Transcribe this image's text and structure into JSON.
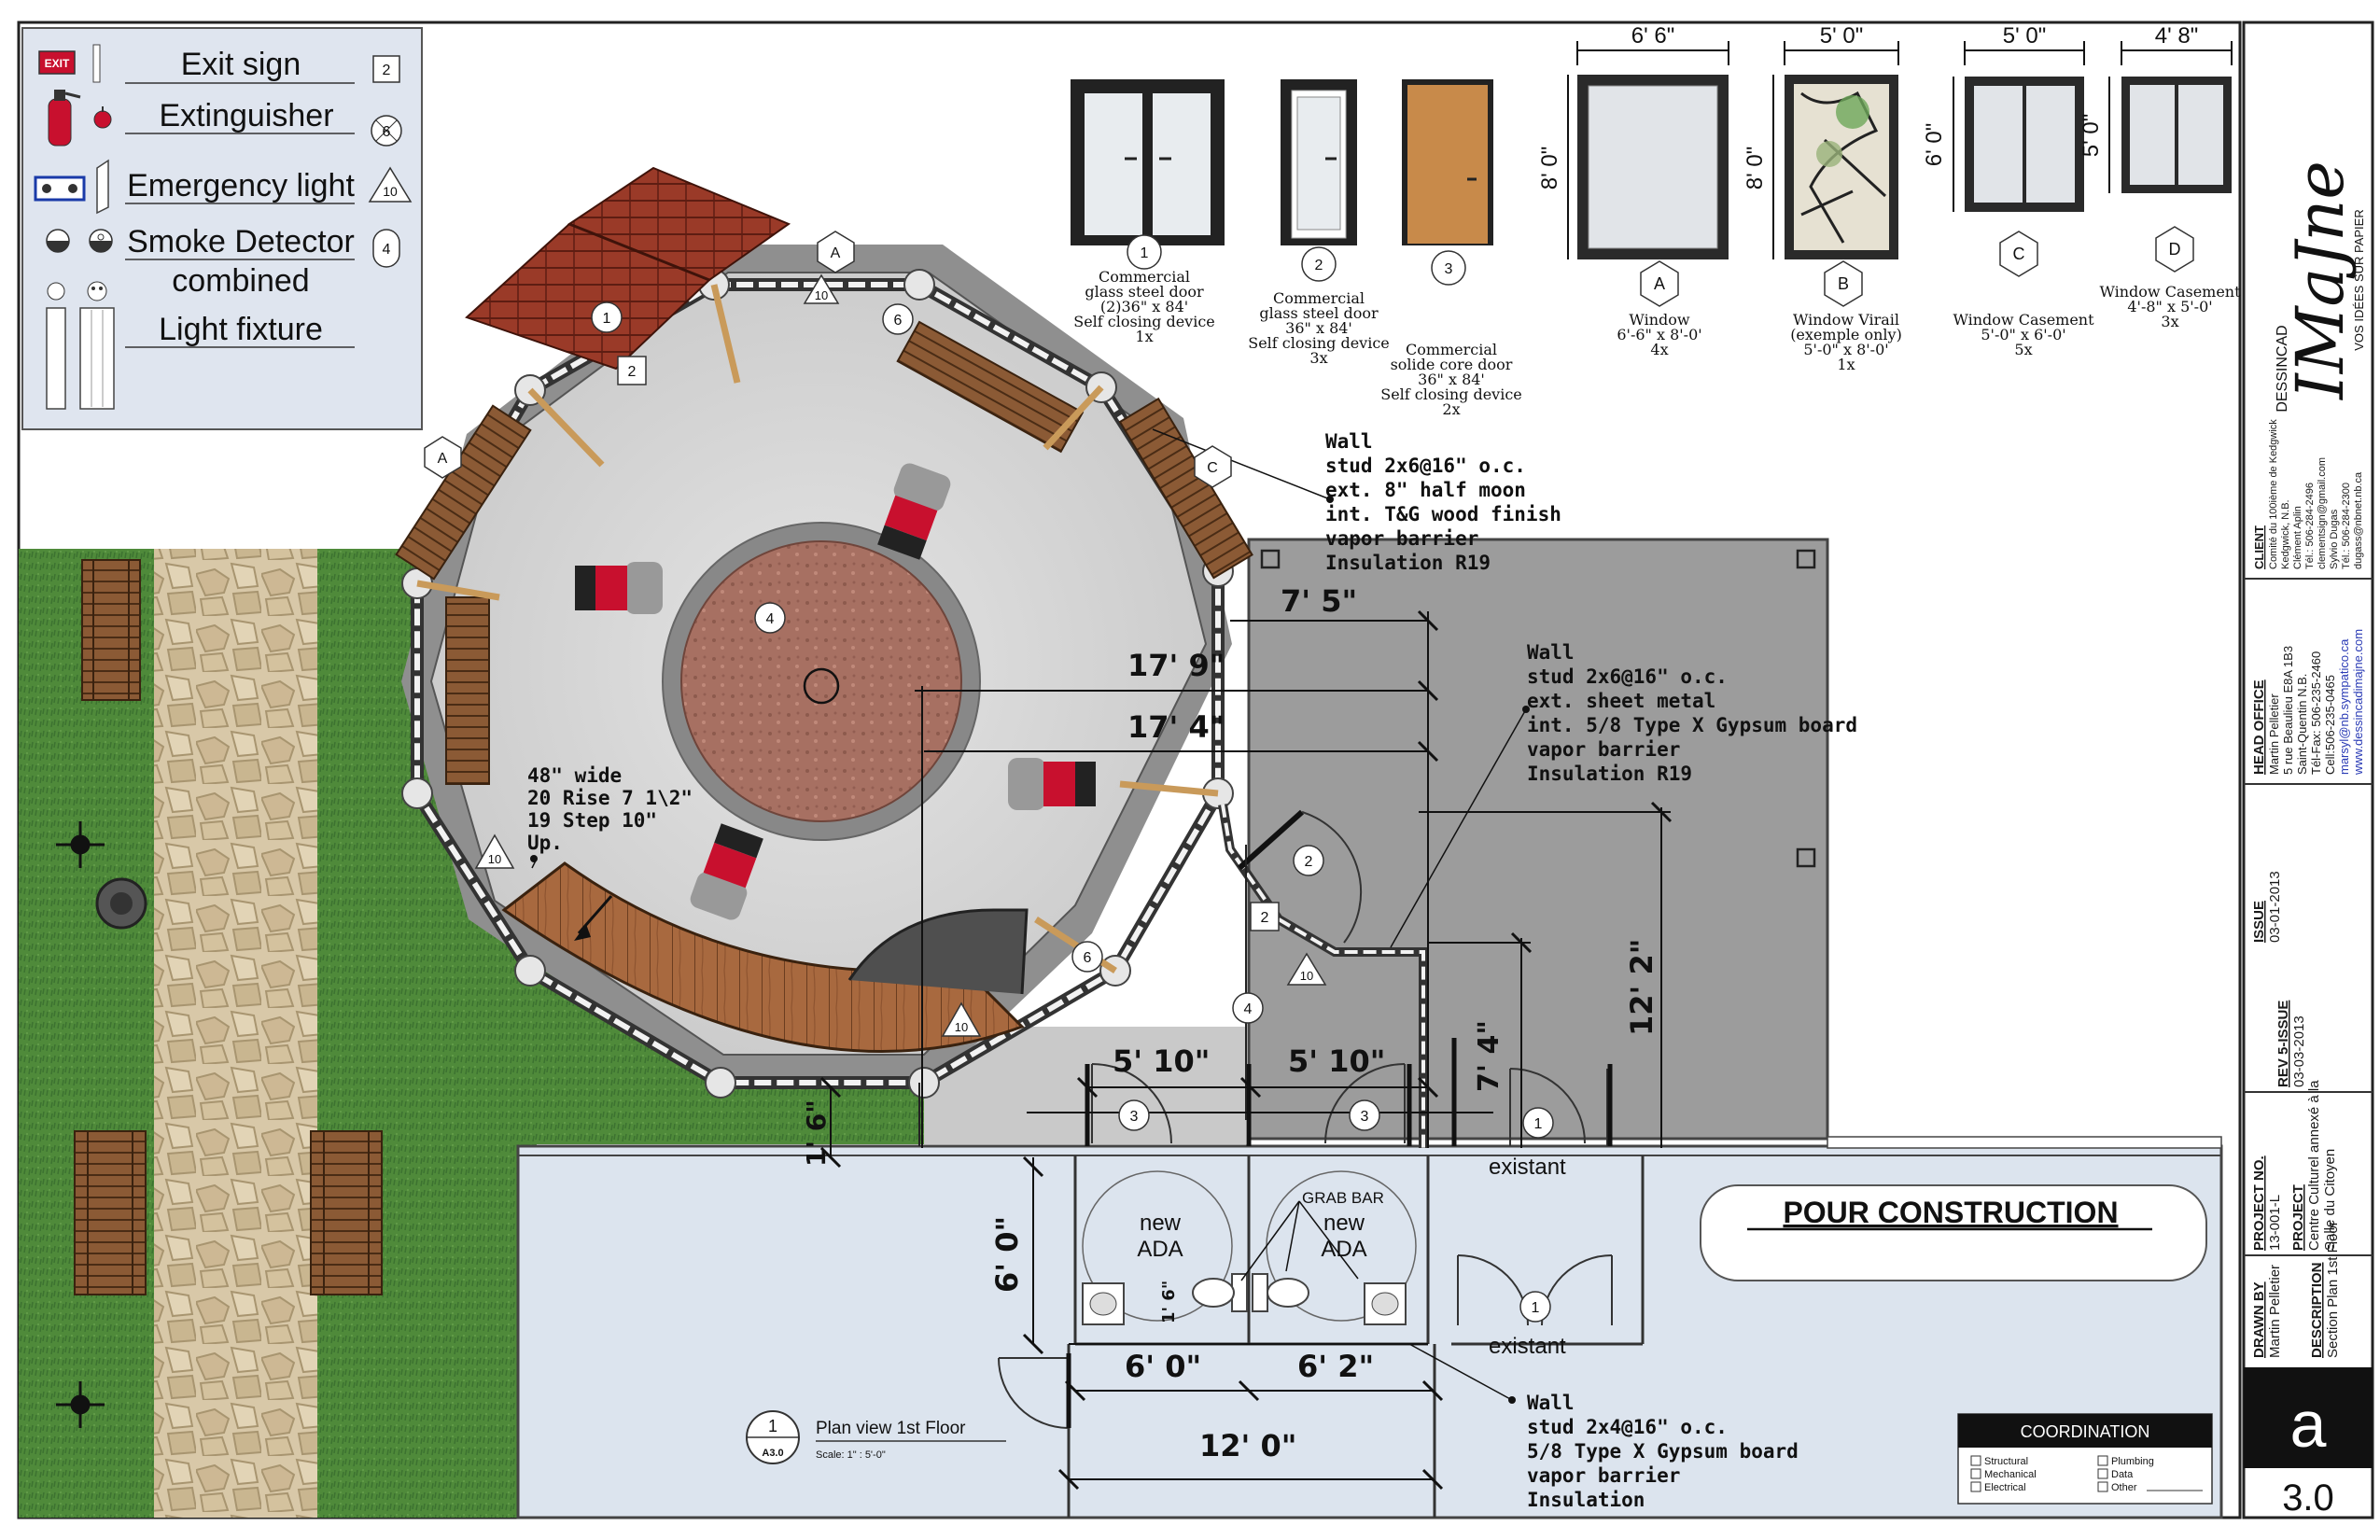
{
  "legend": {
    "exit_sign": "Exit sign",
    "exit_tag": "2",
    "exit_icon_text": "EXIT",
    "extinguisher": "Extinguisher",
    "extinguisher_tag": "6",
    "emergency_light": "Emergency light",
    "emergency_tag": "10",
    "smoke_detector": "Smoke Detector",
    "combined": "combined",
    "smoke_tag": "4",
    "light_fixture": "Light fixture"
  },
  "doors": [
    {
      "num": "1",
      "lines": [
        "Commercial",
        "glass steel door",
        "(2)36\" x 84'",
        "Self closing device",
        "1x"
      ]
    },
    {
      "num": "2",
      "lines": [
        "Commercial",
        "glass steel door",
        "36\" x 84'",
        "Self closing device",
        "3x"
      ]
    },
    {
      "num": "3",
      "lines": [
        "Commercial",
        "solide core door",
        "36\" x 84'",
        "Self closing device",
        "2x"
      ]
    }
  ],
  "windows": [
    {
      "letter": "A",
      "width": "6' 6\"",
      "height": "8' 0\"",
      "lines": [
        "Window",
        "6'-6\" x 8'-0'",
        "4x"
      ]
    },
    {
      "letter": "B",
      "width": "5' 0\"",
      "height": "8' 0\"",
      "lines": [
        "Window Virail",
        "(exemple only)",
        "5'-0\" x 8'-0'",
        "1x"
      ]
    },
    {
      "letter": "C",
      "width": "5' 0\"",
      "height": "6' 0\"",
      "lines": [
        "Window Casement",
        "5'-0\" x 6'-0'",
        "5x"
      ]
    },
    {
      "letter": "D",
      "width": "4' 8\"",
      "height": "5' 0\"",
      "lines": [
        "Window Casement",
        "4'-8\" x 5'-0'",
        "3x"
      ]
    }
  ],
  "notes": {
    "wall1": [
      "Wall",
      "stud 2x6@16\" o.c.",
      "ext. 8\" half moon",
      "int. T&G wood finish",
      "vapor barrier",
      "Insulation R19"
    ],
    "wall2": [
      "Wall",
      "stud 2x6@16\" o.c.",
      "ext. sheet metal",
      "int. 5/8 Type X Gypsum board",
      "vapor barrier",
      "Insulation R19"
    ],
    "wall3": [
      "Wall",
      "stud 2x4@16\" o.c.",
      "5/8 Type X Gypsum board",
      "vapor barrier",
      "Insulation"
    ],
    "stair": [
      "48\" wide",
      "20 Rise 7 1\\2\"",
      "19 Step 10\"",
      "Up."
    ]
  },
  "dimensions": {
    "d1": "7' 5\"",
    "d2": "17' 9\"",
    "d3": "17' 4\"",
    "d4": "12' 2\"",
    "d5": "7' 4\"",
    "d6": "5' 10\"",
    "d7": "5' 10\"",
    "d8": "1' 6\"",
    "d9": "6' 0\"",
    "d10": "6' 0\"",
    "d11": "6' 2\"",
    "d12": "12' 0\"",
    "d13": "1' 6\""
  },
  "rooms": {
    "ada1": [
      "new",
      "ADA"
    ],
    "ada2": [
      "new",
      "ADA"
    ],
    "grab_bar": "GRAB BAR",
    "existant1": "existant",
    "existant2": "existant"
  },
  "tags": {
    "a": "A",
    "c": "C",
    "t1": "1",
    "t2": "2",
    "t3": "3",
    "t4": "4",
    "t6": "6",
    "t10": "10"
  },
  "pour_construction": "POUR  CONSTRUCTION",
  "view_title": {
    "num": "1",
    "sheet": "A3.0",
    "title": "Plan view 1st Floor",
    "scale": "Scale:  1\" : 5'-0\""
  },
  "coordination": {
    "title": "COORDINATION",
    "items": [
      "Structural",
      "Mechanical",
      "Electrical",
      "Plumbing",
      "Data",
      "Other"
    ]
  },
  "title_block": {
    "logo_main": "IMaJne",
    "logo_pre": "DESSINCAD",
    "logo_sub": "VOS IDÉES SUR PAPIER",
    "client_label": "CLIENT",
    "client_lines": [
      "Comité du 100ième de Kedgwick",
      "Kedgwick, N.B.",
      "Clément Aplin",
      "Tél.: 506-284-2496",
      "clementsign@gmail.com",
      "Sylvio Dugas",
      "Tél.: 506-284-2300",
      "dugass@nbnet.nb.ca"
    ],
    "head_label": "HEAD OFFICE",
    "head_lines": [
      "Martin Pelletier",
      "5 rue Beaulieu E8A 1B3",
      "Saint-Quentin N.B.",
      "Tél-Fax: 506-235-2460",
      "Cell:506-235-0465"
    ],
    "head_links": [
      "marsyl@nb.sympatico.ca",
      "www.dessincadimajne.com"
    ],
    "issue_label": "ISSUE",
    "issue_date": "03-01-2013",
    "rev_label": "REV 5-ISSUE",
    "rev_date": "03-03-2013",
    "project_no_label": "PROJECT NO.",
    "project_no": "13-001-L",
    "project_label": "PROJECT",
    "project_lines": [
      "Centre Culturel annexé à la",
      "Salle du Citoyen"
    ],
    "drawn_label": "DRAWN BY",
    "drawn_by": "Martin Pelletier",
    "desc_label": "DESCRIPTION",
    "desc": "Section Plan 1st Floor",
    "sheet_letter": "a",
    "sheet_number": "3.0"
  }
}
